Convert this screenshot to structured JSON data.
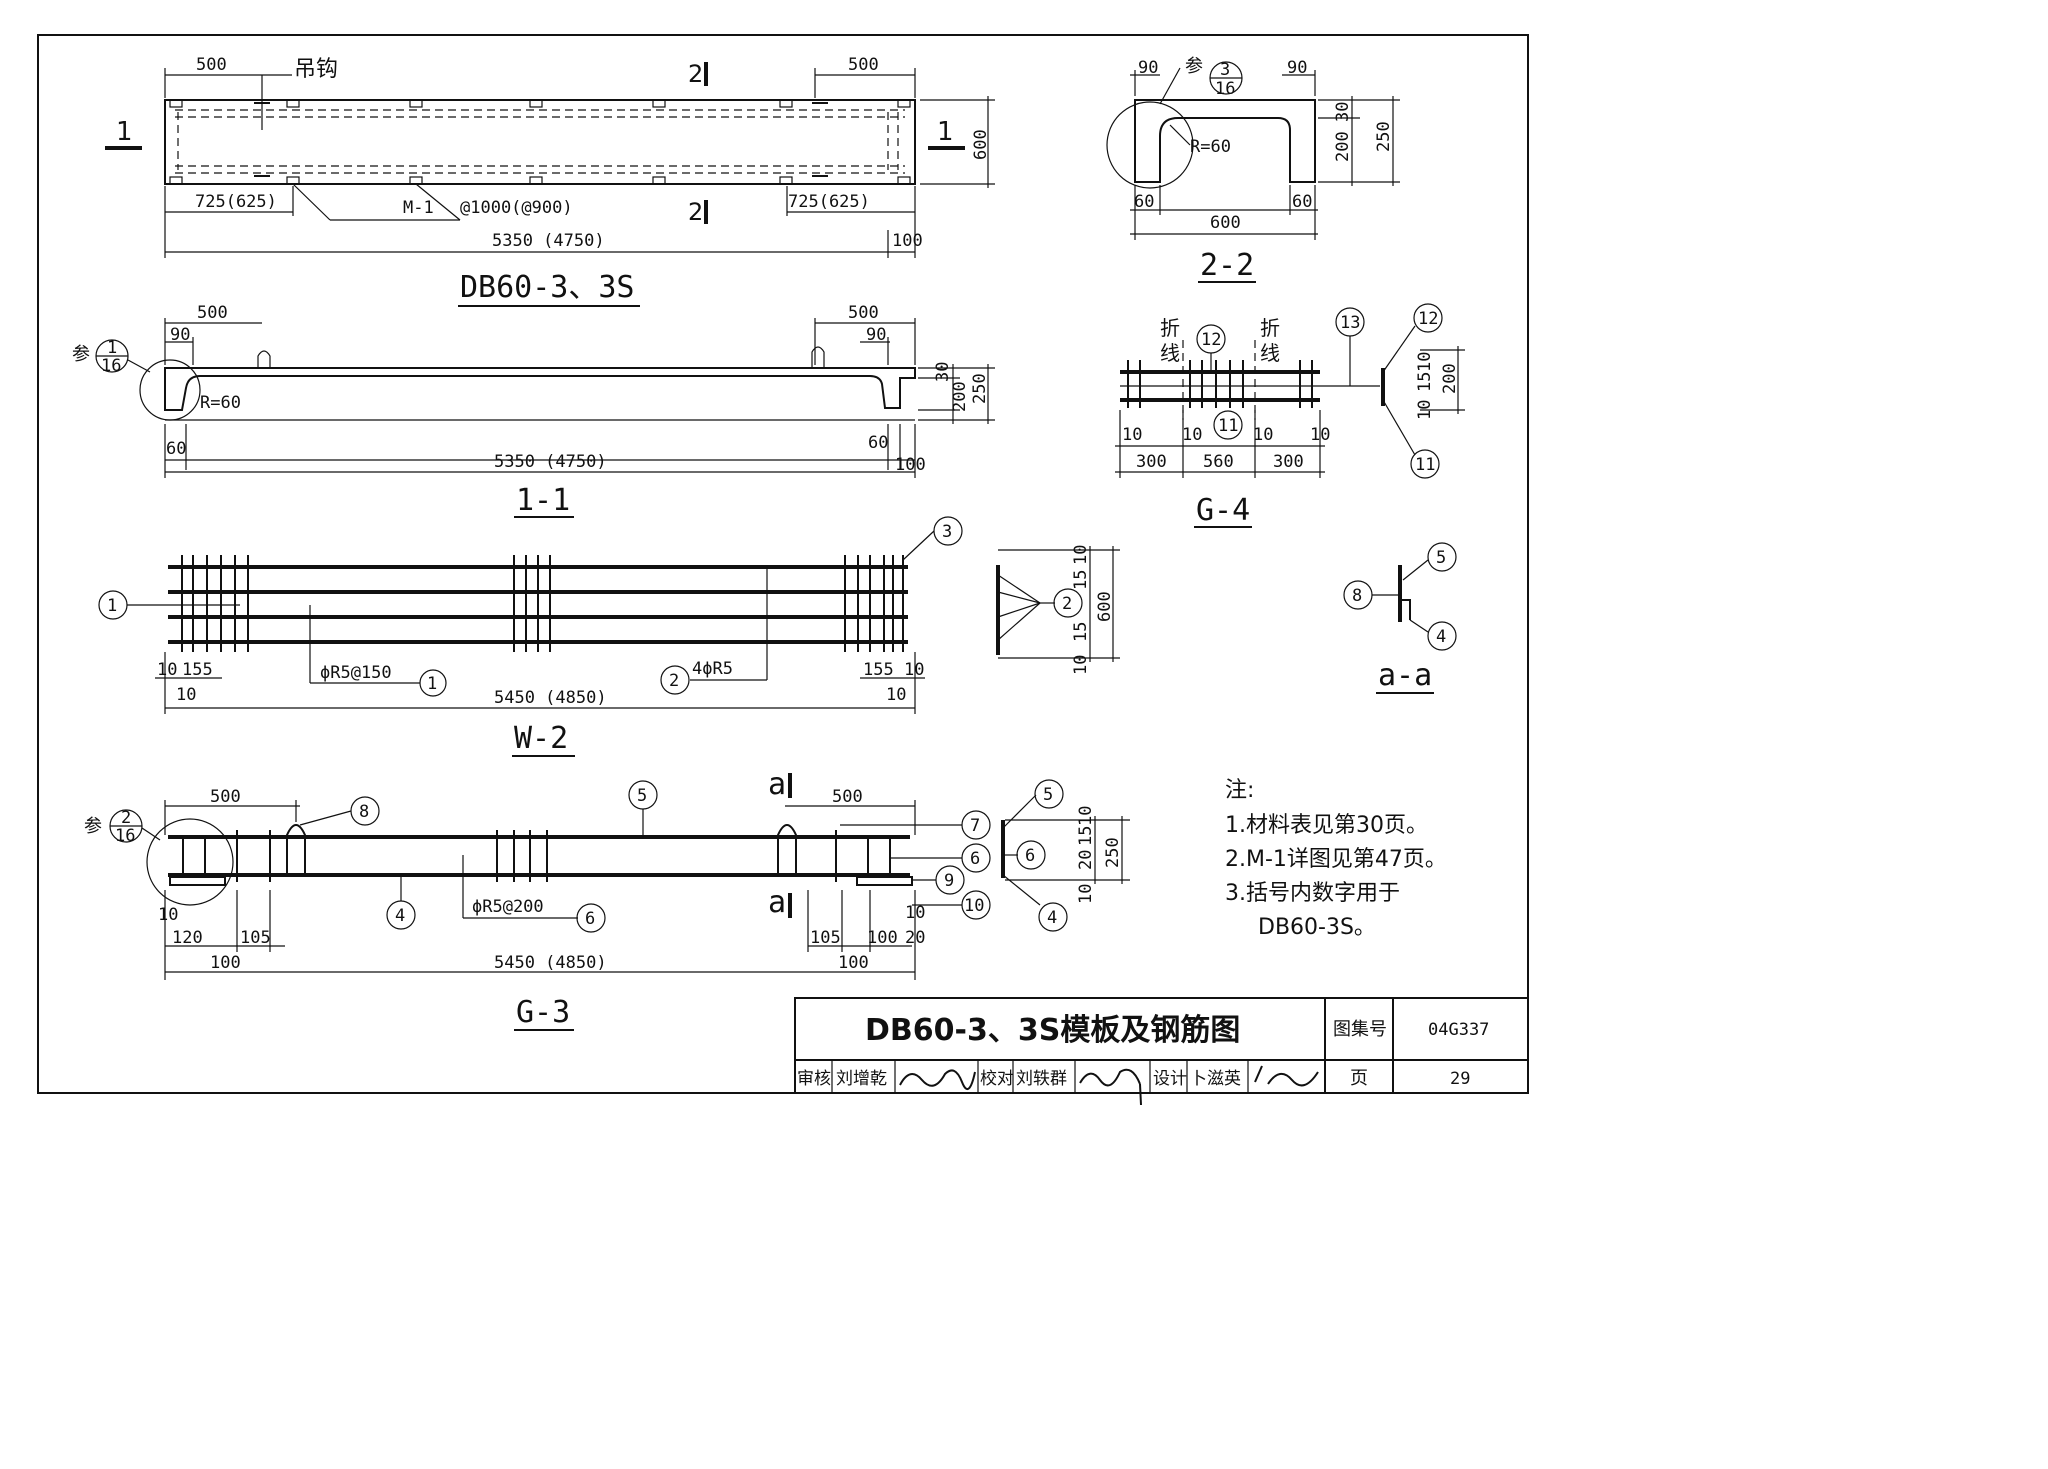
{
  "views": {
    "plan": {
      "title": "DB60-3、3S",
      "hook_label": "吊钩",
      "section_1": "1",
      "section_2": "2",
      "dim_500": "500",
      "dim_600": "600",
      "dim_725": "725(625)",
      "insert_label": "M-1",
      "insert_spacing": "@1000(@900)",
      "dim_total": "5350 (4750)",
      "dim_100": "100"
    },
    "section_2_2": {
      "title": "2-2",
      "ref": "参",
      "ref_num": "3",
      "ref_den": "16",
      "dim_90": "90",
      "dim_30": "30",
      "dim_200": "200",
      "dim_250": "250",
      "dim_60": "60",
      "dim_600": "600",
      "radius": "R=60"
    },
    "section_1_1": {
      "title": "1-1",
      "ref": "参",
      "ref_num": "1",
      "ref_den": "16",
      "dim_500": "500",
      "dim_90": "90",
      "radius": "R=60",
      "dim_30": "30",
      "dim_200": "200",
      "dim_250": "250",
      "dim_60": "60",
      "dim_total": "5350 (4750)",
      "dim_100": "100"
    },
    "g4": {
      "title": "G-4",
      "fold": "折",
      "line": "线",
      "bar_11": "11",
      "bar_12": "12",
      "bar_13": "13",
      "dim_10": "10",
      "dim_15": "15",
      "dim_200": "200",
      "dim_300": "300",
      "dim_560": "560"
    },
    "w2": {
      "title": "W-2",
      "bar_1": "1",
      "bar_2": "2",
      "bar_3": "3",
      "spacing_label": "ϕR5@150",
      "long_bars": "4ϕR5",
      "dim_10": "10",
      "dim_155": "155",
      "dim_total": "5450 (4850)",
      "dim_15": "15",
      "dim_600": "600"
    },
    "section_a_a": {
      "title": "a-a",
      "bar_4": "4",
      "bar_5": "5",
      "bar_8": "8"
    },
    "g3": {
      "title": "G-3",
      "ref": "参",
      "ref_num": "2",
      "ref_den": "16",
      "section_a": "a",
      "dim_500": "500",
      "stirrup_label": "ϕR5@200",
      "dim_10": "10",
      "dim_120": "120",
      "dim_105": "105",
      "dim_100": "100",
      "dim_20": "20",
      "dim_15": "15",
      "dim_250": "250",
      "dim_total": "5450 (4850)",
      "bars": [
        "4",
        "5",
        "6",
        "7",
        "8",
        "9",
        "10"
      ]
    }
  },
  "notes": {
    "heading": "注:",
    "items": [
      "1.材料表见第30页。",
      "2.M-1详图见第47页。",
      "3.括号内数字用于",
      "DB60-3S。"
    ]
  },
  "title_block": {
    "drawing_title": "DB60-3、3S模板及钢筋图",
    "atlas_label": "图集号",
    "atlas_no": "04G337",
    "page_label": "页",
    "page_no": "29",
    "review_label": "审核",
    "reviewer": "刘增乾",
    "check_label": "校对",
    "checker": "刘轶群",
    "design_label": "设计",
    "designer": "卜滋英"
  }
}
